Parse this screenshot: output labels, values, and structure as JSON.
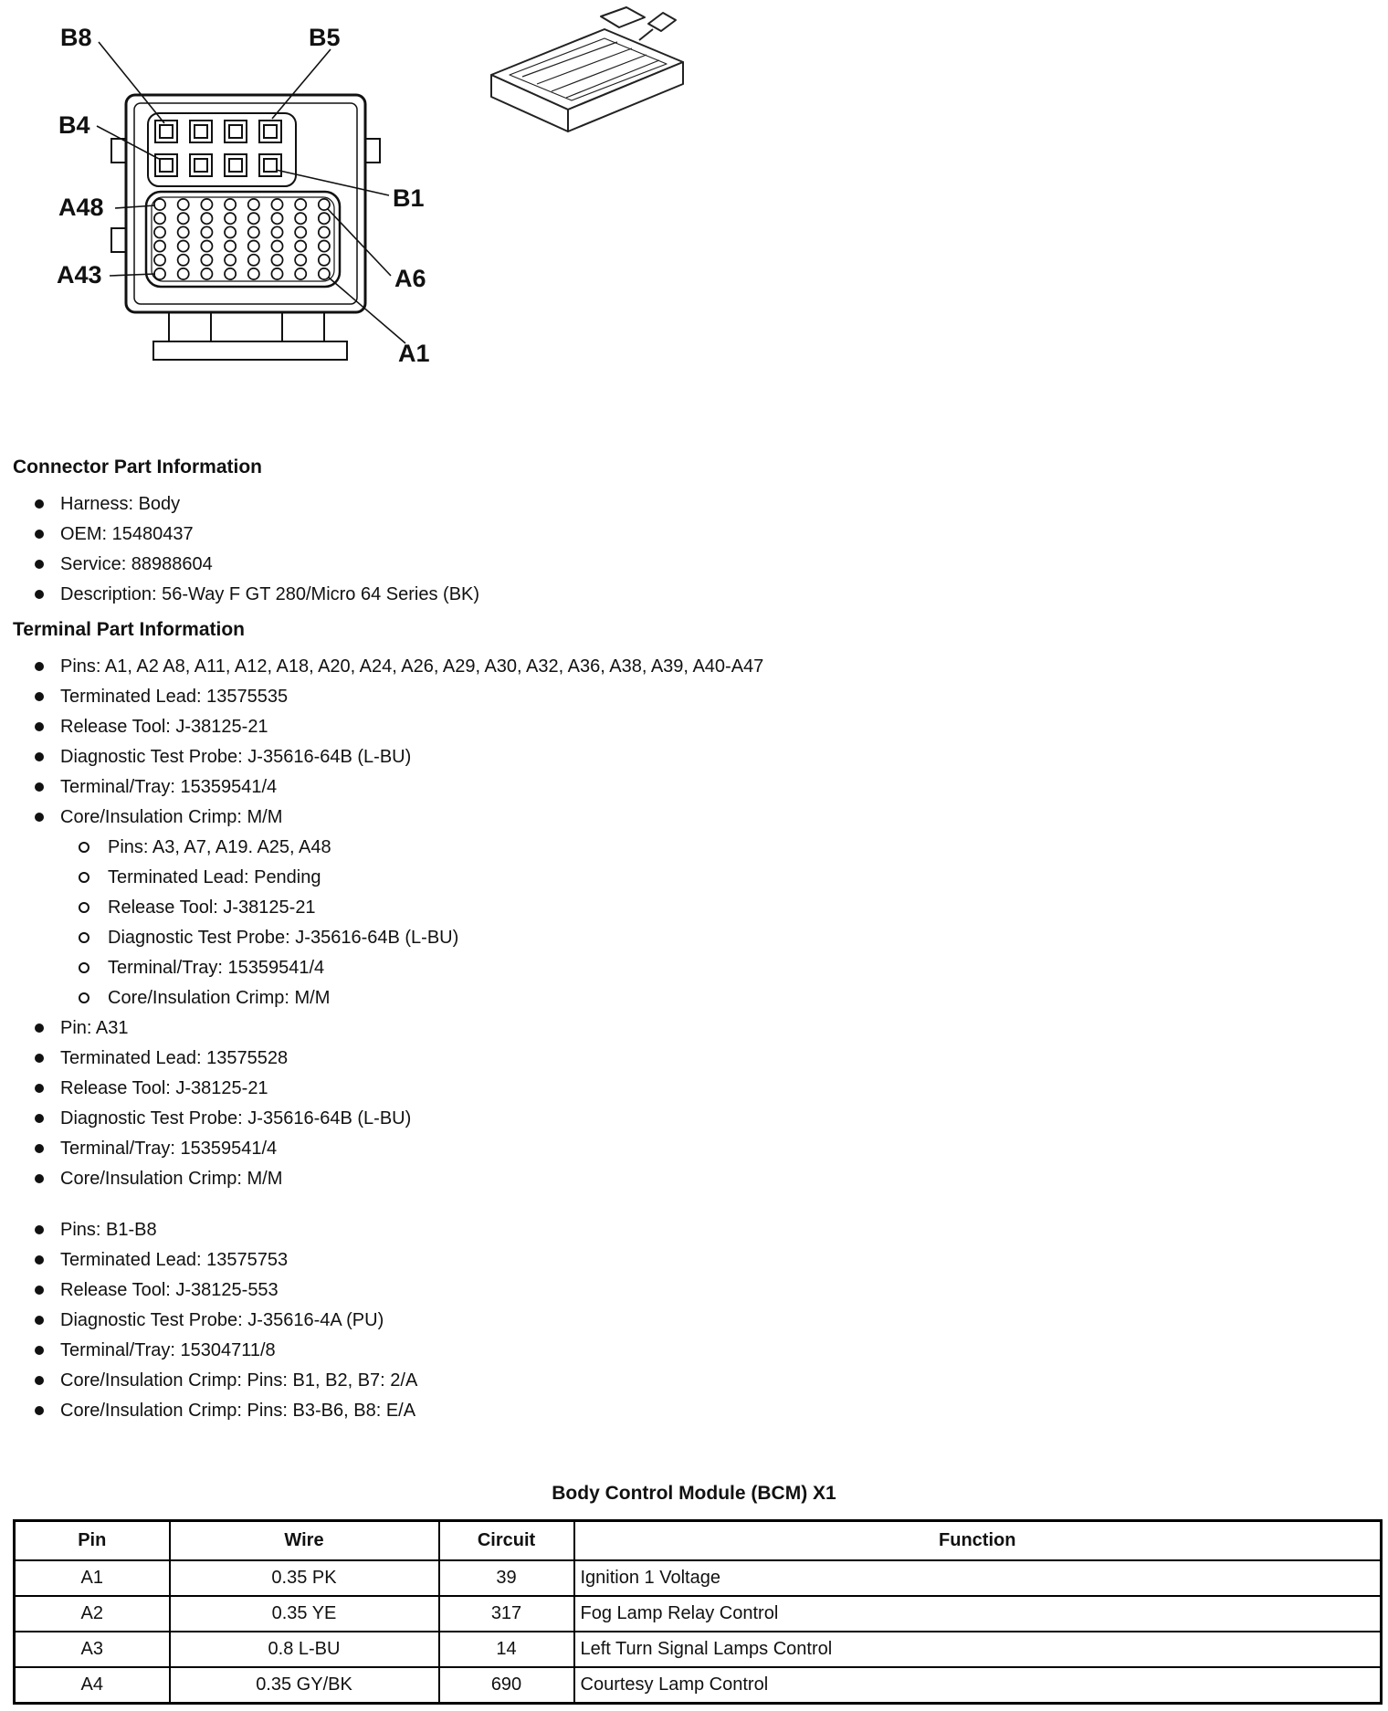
{
  "diagram": {
    "pin_labels": {
      "b8": "B8",
      "b5": "B5",
      "b4": "B4",
      "b1": "B1",
      "a48": "A48",
      "a43": "A43",
      "a6": "A6",
      "a1": "A1"
    }
  },
  "connector_info": {
    "heading": "Connector Part Information",
    "items": [
      "Harness: Body",
      "OEM: 15480437",
      "Service: 88988604",
      "Description: 56-Way F GT 280/Micro 64 Series (BK)"
    ]
  },
  "terminal_info": {
    "heading": "Terminal Part Information",
    "group1": [
      "Pins: A1, A2 A8, A11, A12, A18, A20, A24, A26, A29, A30, A32, A36, A38, A39, A40-A47",
      "Terminated Lead: 13575535",
      "Release Tool: J-38125-21",
      "Diagnostic Test Probe: J-35616-64B (L-BU)",
      "Terminal/Tray: 15359541/4",
      "Core/Insulation Crimp: M/M"
    ],
    "group2": [
      "Pins: A3, A7, A19. A25, A48",
      "Terminated Lead: Pending",
      "Release Tool: J-38125-21",
      "Diagnostic Test Probe: J-35616-64B (L-BU)",
      "Terminal/Tray: 15359541/4",
      "Core/Insulation Crimp: M/M"
    ],
    "group3": [
      "Pin: A31",
      "Terminated Lead: 13575528",
      "Release Tool: J-38125-21",
      "Diagnostic Test Probe: J-35616-64B (L-BU)",
      "Terminal/Tray: 15359541/4",
      "Core/Insulation Crimp: M/M"
    ],
    "group4": [
      "Pins: B1-B8",
      "Terminated Lead: 13575753",
      "Release Tool: J-38125-553",
      "Diagnostic Test Probe: J-35616-4A (PU)",
      "Terminal/Tray: 15304711/8",
      "Core/Insulation Crimp: Pins: B1, B2, B7: 2/A",
      "Core/Insulation Crimp: Pins: B3-B6, B8: E/A"
    ]
  },
  "table": {
    "title": "Body Control Module (BCM) X1",
    "headers": [
      "Pin",
      "Wire",
      "Circuit",
      "Function"
    ],
    "rows": [
      [
        "A1",
        "0.35 PK",
        "39",
        "Ignition 1 Voltage"
      ],
      [
        "A2",
        "0.35 YE",
        "317",
        "Fog Lamp Relay Control"
      ],
      [
        "A3",
        "0.8 L-BU",
        "14",
        "Left Turn Signal Lamps Control"
      ],
      [
        "A4",
        "0.35 GY/BK",
        "690",
        "Courtesy Lamp Control"
      ]
    ]
  }
}
